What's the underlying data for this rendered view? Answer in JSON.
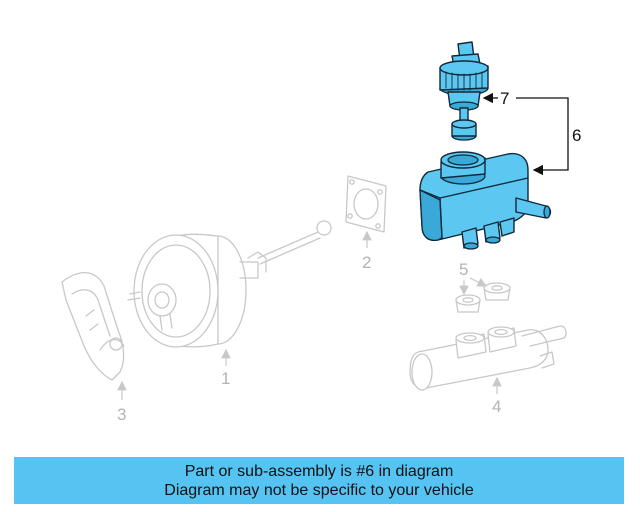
{
  "diagram": {
    "callouts": {
      "c1": "1",
      "c2": "2",
      "c3": "3",
      "c4": "4",
      "c5": "5",
      "c6": "6",
      "c7": "7"
    },
    "highlight_color": "#5cc8f2",
    "ghost_color": "#c8c8c8"
  },
  "banner": {
    "line1": "Part or sub-assembly is #6 in diagram",
    "line2": "Diagram may not be specific to your vehicle",
    "background": "#55c4f2"
  }
}
